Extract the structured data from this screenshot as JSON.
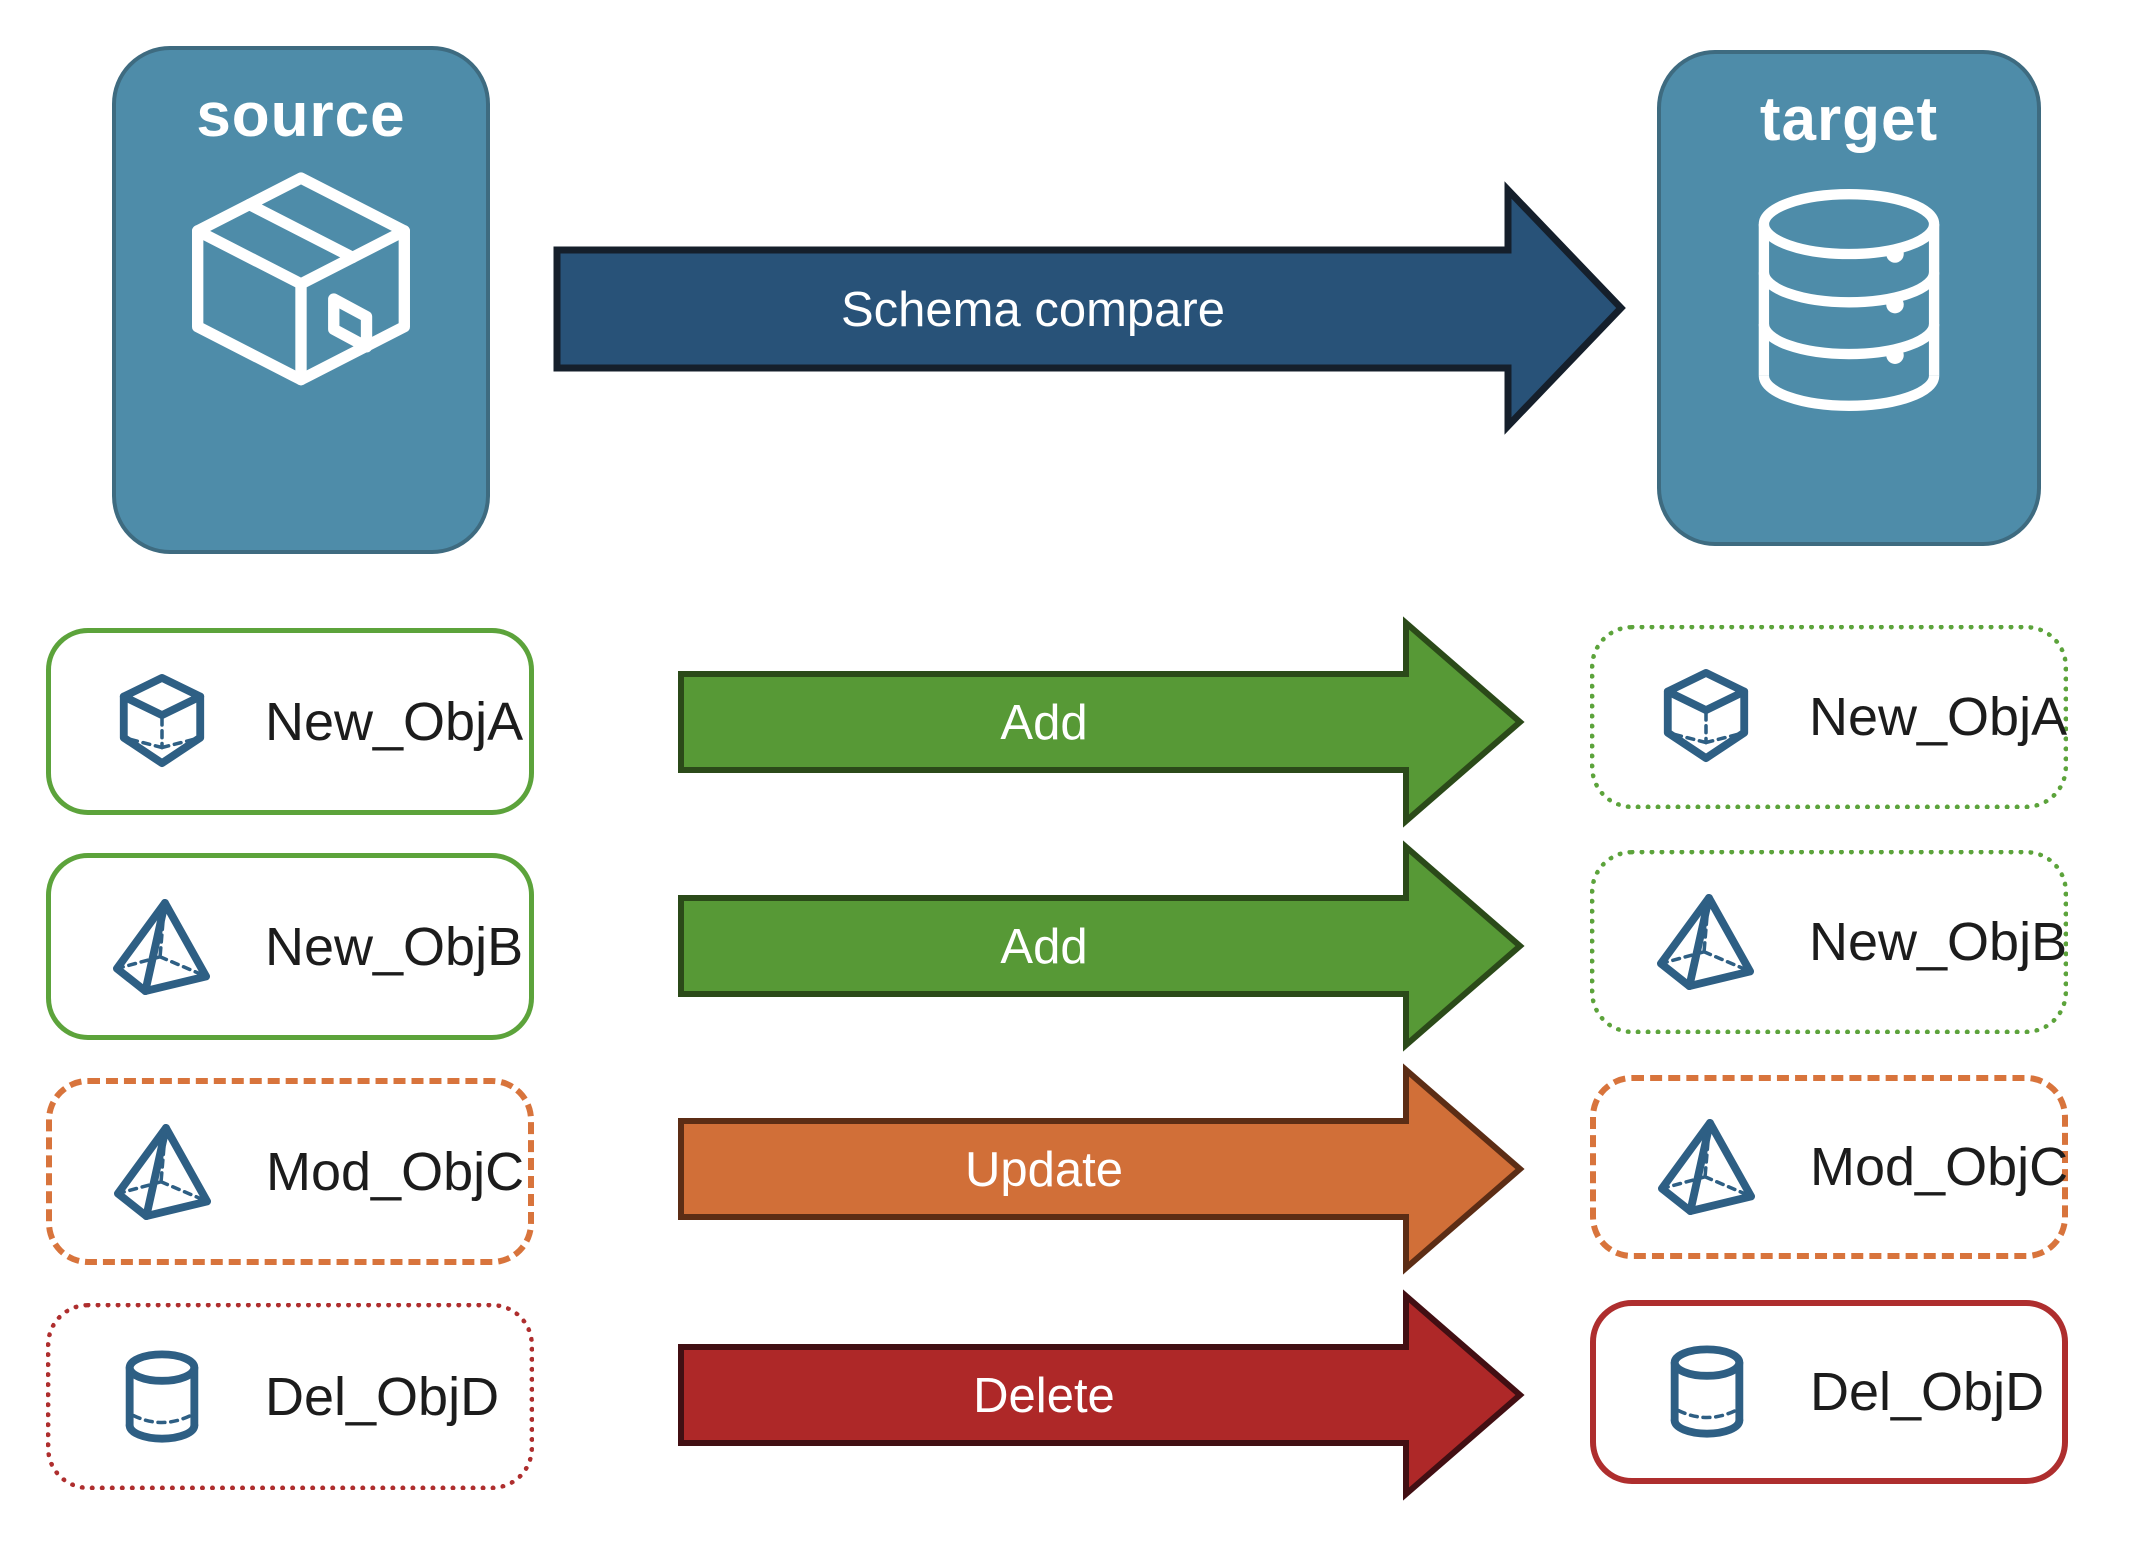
{
  "source_node": {
    "title": "source",
    "icon": "package-box-icon"
  },
  "target_node": {
    "title": "target",
    "icon": "database-icon"
  },
  "compare_arrow": {
    "label": "Schema compare"
  },
  "rows": [
    {
      "action": {
        "label": "Add"
      },
      "left": {
        "label": "New_ObjA",
        "icon": "cube-icon",
        "border": "solid-green"
      },
      "right": {
        "label": "New_ObjA",
        "icon": "cube-icon",
        "border": "dotted-green"
      }
    },
    {
      "action": {
        "label": "Add"
      },
      "left": {
        "label": "New_ObjB",
        "icon": "pyramid-icon",
        "border": "solid-green"
      },
      "right": {
        "label": "New_ObjB",
        "icon": "pyramid-icon",
        "border": "dotted-green"
      }
    },
    {
      "action": {
        "label": "Update"
      },
      "left": {
        "label": "Mod_ObjC",
        "icon": "pyramid-icon",
        "border": "dashed-orange"
      },
      "right": {
        "label": "Mod_ObjC",
        "icon": "pyramid-icon",
        "border": "dashed-orange"
      }
    },
    {
      "action": {
        "label": "Delete"
      },
      "left": {
        "label": "Del_ObjD",
        "icon": "cylinder-icon",
        "border": "dotted-red"
      },
      "right": {
        "label": "Del_ObjD",
        "icon": "cylinder-icon",
        "border": "solid-red"
      }
    }
  ],
  "colors": {
    "node_fill": "#4E8CA9",
    "node_border": "#3E6B80",
    "compare_arrow_fill": "#285278",
    "compare_arrow_outline": "#151F2B",
    "add_arrow_fill": "#579936",
    "add_arrow_outline": "#2B4A19",
    "update_arrow_fill": "#D16F38",
    "update_arrow_outline": "#5C2D15",
    "delete_arrow_fill": "#AE2828",
    "delete_arrow_outline": "#420F13",
    "green_border": "#5CA33B",
    "orange_border": "#D8743C",
    "red_border": "#AE2E2E",
    "shape_icon": "#2E5F84",
    "label_text": "#1C1C1C",
    "arrow_label_text": "#FFFFFF"
  }
}
